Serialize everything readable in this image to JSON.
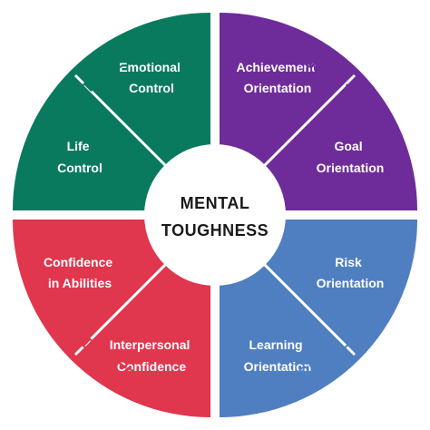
{
  "center": {
    "line1": "MENTAL",
    "line2": "TOUGHNESS"
  },
  "colors": {
    "control": "#0a7a5e",
    "commitment": "#6e2c9a",
    "confidence": "#e0364e",
    "challenge": "#4f7fc0",
    "divider": "#ffffff",
    "center_fill": "#ffffff",
    "center_text": "#1a1a1a"
  },
  "quadrants": {
    "control": {
      "title": "CONTROL",
      "segments": [
        {
          "line1": "Emotional",
          "line2": "Control"
        },
        {
          "line1": "Life",
          "line2": "Control"
        }
      ]
    },
    "commitment": {
      "title": "COMMITMENT",
      "segments": [
        {
          "line1": "Achievement",
          "line2": "Orientation"
        },
        {
          "line1": "Goal",
          "line2": "Orientation"
        }
      ]
    },
    "confidence": {
      "title": "CONFIDENCE",
      "segments": [
        {
          "line1": "Confidence",
          "line2": "in Abilities"
        },
        {
          "line1": "Interpersonal",
          "line2": "Confidence"
        }
      ]
    },
    "challenge": {
      "title": "CHALLENGE",
      "segments": [
        {
          "line1": "Risk",
          "line2": "Orientation"
        },
        {
          "line1": "Learning",
          "line2": "Orientation"
        }
      ]
    }
  }
}
